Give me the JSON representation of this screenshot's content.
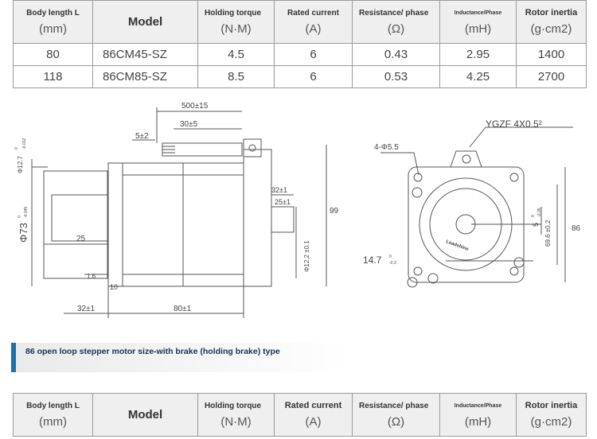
{
  "spec_table": {
    "headers": [
      {
        "label": "Body length L",
        "unit": "(mm)"
      },
      {
        "label": "Model",
        "unit": ""
      },
      {
        "label": "Holding torque",
        "unit": "(N·M)"
      },
      {
        "label": "Rated current",
        "unit": "(A)"
      },
      {
        "label": "Resistance/ phase",
        "unit": "(Ω)"
      },
      {
        "label": "Inductance/Phase",
        "unit": "(mH)"
      },
      {
        "label": "Rotor inertia",
        "unit": "(g·cm2)"
      }
    ],
    "rows": [
      [
        "80",
        "86CM45-SZ",
        "4.5",
        "6",
        "0.43",
        "2.95",
        "1400"
      ],
      [
        "118",
        "86CM85-SZ",
        "8.5",
        "6",
        "0.53",
        "4.25",
        "2700"
      ]
    ]
  },
  "drawing": {
    "side_view": {
      "dim_cable_length": "500±15",
      "dim_strip_length": "30±5",
      "dim_terminal": "5±2",
      "dim_shaft_dia": "Φ12.7",
      "dim_shaft_tol_top": "0",
      "dim_shaft_tol_bottom": "-0.012",
      "dim_boss_dia": "Φ73",
      "dim_boss_tol_top": "0",
      "dim_boss_tol_bottom": "-0.045",
      "dim_key_length": "25",
      "dim_flange_small": "1.6",
      "dim_flange_thickness": "10",
      "dim_shaft_length": "32±1",
      "dim_body_length": "80±1",
      "dim_rear_shaft_length": "32±1",
      "dim_rear_key_length": "25±1",
      "dim_rear_shaft_dia": "Φ12.2 ±0.1",
      "dim_height": "99"
    },
    "front_view": {
      "label_connector": "YGZF 4X0.5²",
      "label_holes": "4-Φ5.5",
      "dim_flat": "14.7",
      "dim_flat_tol_top": "0",
      "dim_flat_tol_bottom": "-0.3",
      "dim_key": "5",
      "dim_key_tol_top": "0",
      "dim_key_tol_bottom": "-0.05",
      "dim_bolt_circle": "69.6 ±0.2",
      "dim_square": "86",
      "brand": "Leadshine"
    }
  },
  "section": {
    "title": "86 open loop stepper motor size-with brake (holding brake) type",
    "accent_color": "#1f6fa8"
  },
  "spec_table_2": {
    "headers": [
      {
        "label": "Body length L",
        "unit": "(mm)"
      },
      {
        "label": "Model",
        "unit": ""
      },
      {
        "label": "Holding torque",
        "unit": "(N·M)"
      },
      {
        "label": "Rated current",
        "unit": "(A)"
      },
      {
        "label": "Resistance/ phase",
        "unit": "(Ω)"
      },
      {
        "label": "Inductance/Phase",
        "unit": "(mH)"
      },
      {
        "label": "Rotor inertia",
        "unit": "(g·cm2)"
      }
    ]
  }
}
